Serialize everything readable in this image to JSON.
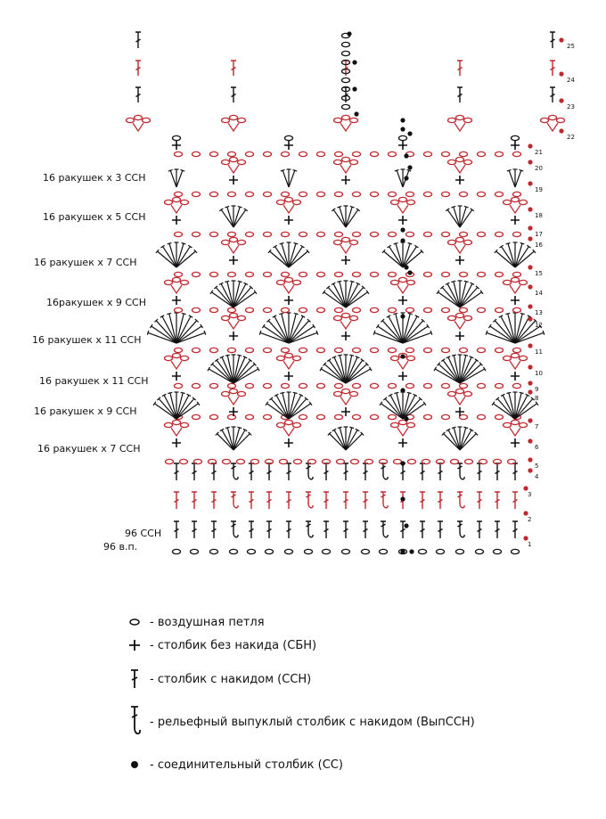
{
  "colors": {
    "black": "#111111",
    "red": "#c0282d"
  },
  "row_labels": [
    "16 ракушек х 3 ССН",
    "16 ракушек х 5 ССН",
    "16 ракушек х 7 ССН",
    "16ракушек х 9 ССН",
    "16 ракушек х 11 ССН",
    "16 ракушек х 11 ССН",
    "16 ракушек х 9 ССН",
    "16 ракушек х 7 ССН"
  ],
  "count_labels": [
    "96 ССН",
    "96 в.п."
  ],
  "row_numbers": [
    "1",
    "2",
    "3",
    "4",
    "5",
    "6",
    "7",
    "8",
    "9",
    "10",
    "11",
    "12",
    "13",
    "14",
    "15",
    "16",
    "17",
    "18",
    "19",
    "20",
    "21",
    "22",
    "23",
    "24",
    "25"
  ],
  "legend": [
    {
      "icon": "chain-stitch-icon",
      "text": "- воздушная петля"
    },
    {
      "icon": "single-crochet-icon",
      "text": "- столбик без накида (СБН)"
    },
    {
      "icon": "double-crochet-icon",
      "text": "- столбик с накидом (ССН)"
    },
    {
      "icon": "front-post-double-crochet-icon",
      "text": "- рельефный выпуклый столбик с накидом (ВыпССН)"
    },
    {
      "icon": "slip-stitch-icon",
      "text": "- соединительный столбик (СС)"
    }
  ]
}
